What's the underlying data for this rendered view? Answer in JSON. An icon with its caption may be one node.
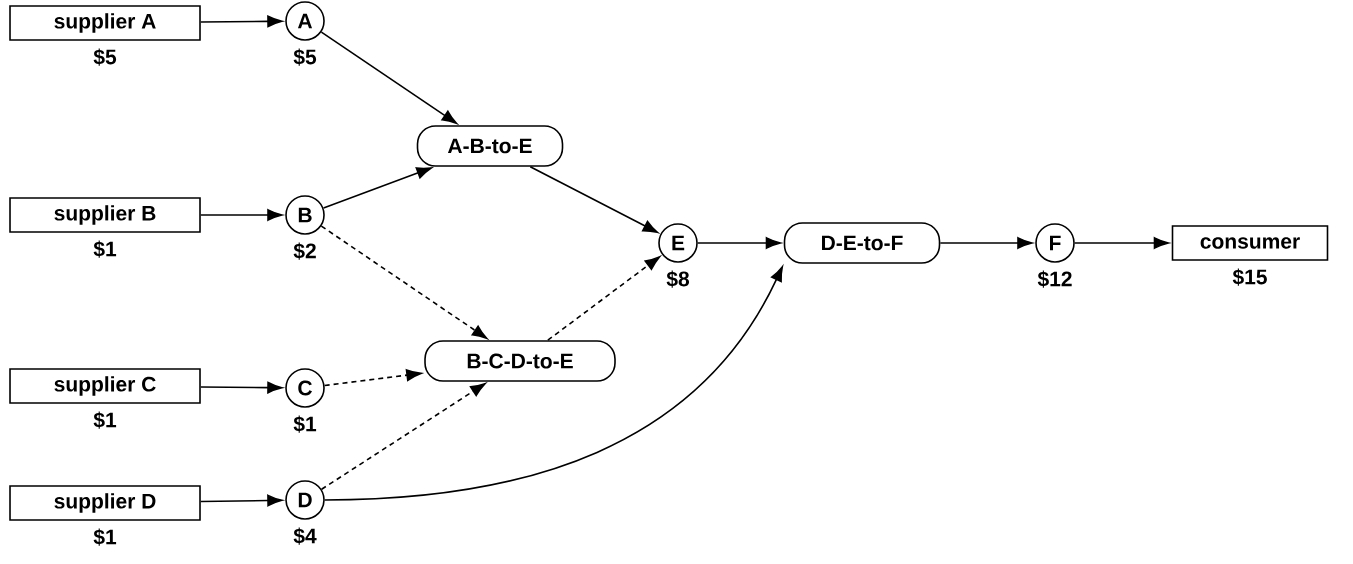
{
  "diagram": {
    "nodes": [
      {
        "text": [
          "supplier A"
        ],
        "beside": [
          "$5"
        ]
      },
      {
        "text": [
          "A"
        ],
        "beside": [
          "$5"
        ]
      },
      {
        "text": [
          "supplier B"
        ],
        "beside": [
          "$1"
        ]
      },
      {
        "text": [
          "B"
        ],
        "beside": [
          "$2"
        ]
      },
      {
        "text": [
          "supplier C"
        ],
        "beside": [
          "$1"
        ]
      },
      {
        "text": [
          "C"
        ],
        "beside": [
          "$1"
        ]
      },
      {
        "text": [
          "supplier D"
        ],
        "beside": [
          "$1"
        ]
      },
      {
        "text": [
          "D"
        ],
        "beside": [
          "$4"
        ]
      },
      {
        "text": [
          "A-B-to-E"
        ]
      },
      {
        "text": [
          "B-C-D-to-E"
        ]
      },
      {
        "text": [
          "E"
        ],
        "beside": [
          "$8"
        ]
      },
      {
        "text": [
          "D-E-to-F"
        ]
      },
      {
        "text": [
          "F"
        ],
        "beside": [
          "$12"
        ]
      },
      {
        "text": [
          "consumer"
        ],
        "beside": [
          "$15"
        ]
      }
    ],
    "edges": [
      {
        "from": 0,
        "to": 1,
        "arrow": "to"
      },
      {
        "from": 2,
        "to": 3,
        "arrow": "to"
      },
      {
        "from": 4,
        "to": 5,
        "arrow": "to"
      },
      {
        "from": 6,
        "to": 7,
        "arrow": "to"
      },
      {
        "from": 1,
        "to": 8,
        "arrow": "to"
      },
      {
        "from": 3,
        "to": 8,
        "arrow": "to"
      },
      {
        "from": 3,
        "to": 9,
        "arrow": "to",
        "style": "dashed"
      },
      {
        "from": 5,
        "to": 9,
        "arrow": "to",
        "style": "dashed"
      },
      {
        "from": 7,
        "to": 9,
        "arrow": "to",
        "style": "dashed"
      },
      {
        "from": 8,
        "to": 10,
        "arrow": "to"
      },
      {
        "from": 9,
        "to": 10,
        "arrow": "to",
        "style": "dashed"
      },
      {
        "from": 10,
        "to": 11,
        "arrow": "to"
      },
      {
        "from": 7,
        "to": 11,
        "arrow": "to"
      },
      {
        "from": 11,
        "to": 12,
        "arrow": "to"
      },
      {
        "from": 12,
        "to": 13,
        "arrow": "to"
      }
    ]
  }
}
